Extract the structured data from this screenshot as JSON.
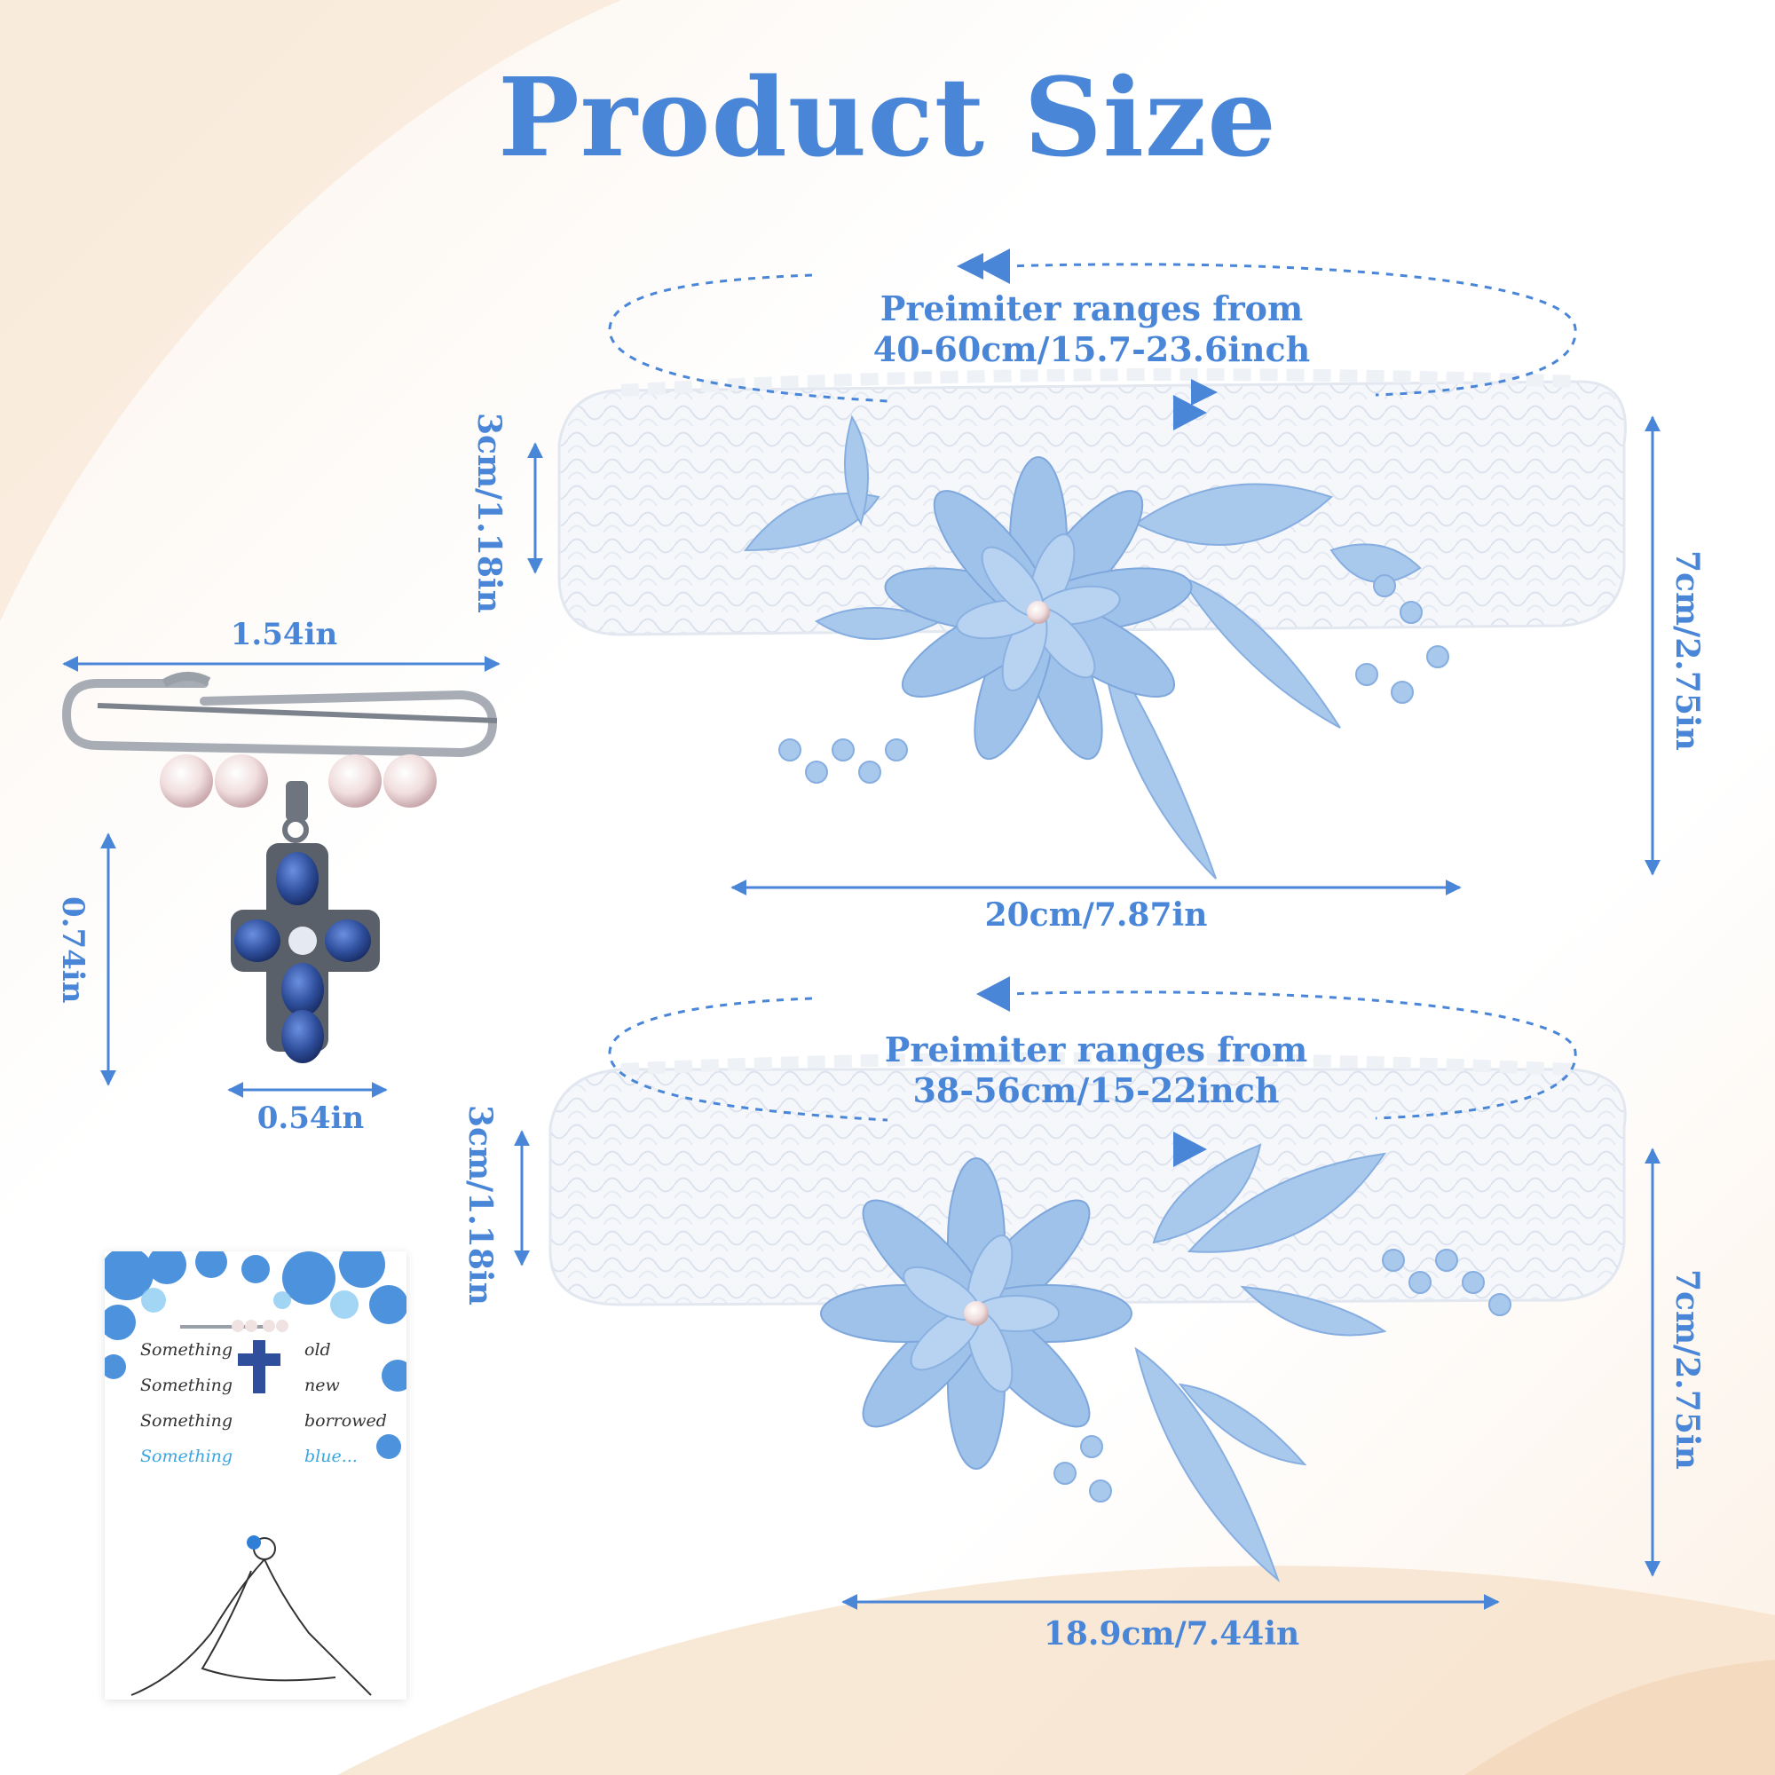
{
  "title": "Product Size",
  "colors": {
    "accent": "#4a86d8",
    "lace_blue": "#a9c9ec",
    "lace_white": "#f4f6fa",
    "sapphire": "#2f4f9c"
  },
  "pin": {
    "width_label": "1.54in",
    "height_label": "0.74in",
    "cross_width_label": "0.54in"
  },
  "garter_large": {
    "perimeter_line1": "Preimiter ranges from",
    "perimeter_line2": "40-60cm/15.7-23.6inch",
    "band_height": "3cm/1.18in",
    "total_height": "7cm/2.75in",
    "applique_width": "20cm/7.87in"
  },
  "garter_small": {
    "perimeter_line1": "Preimiter ranges from",
    "perimeter_line2": "38-56cm/15-22inch",
    "band_height": "3cm/1.18in",
    "total_height": "7cm/2.75in",
    "applique_width": "18.9cm/7.44in"
  },
  "card": {
    "rows": [
      {
        "left": "Something",
        "right": "old"
      },
      {
        "left": "Something",
        "right": "new"
      },
      {
        "left": "Something",
        "right": "borrowed"
      },
      {
        "left": "Something",
        "right": "blue..."
      }
    ]
  }
}
